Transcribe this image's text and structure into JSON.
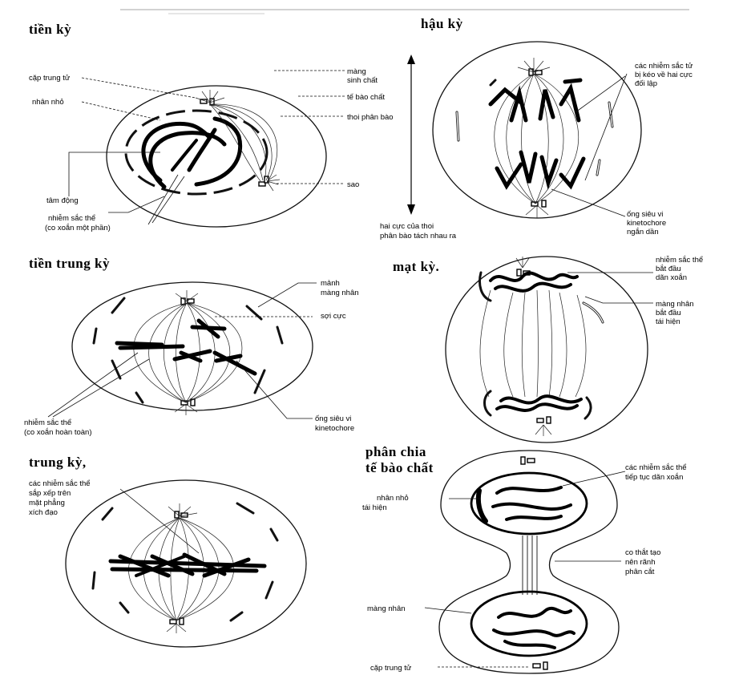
{
  "stages": {
    "prophase": {
      "title": "tiền kỳ",
      "labels": {
        "centriole_pair": "cặp trung tử",
        "nucleolus": "nhân nhỏ",
        "cell_membrane_1": "màng",
        "cell_membrane_2": "sinh chất",
        "cytoplasm": "tế bào chất",
        "spindle": "thoi phân bào",
        "aster": "sao",
        "centromere": "tâm động",
        "chromosome_1": "nhiễm sắc thể",
        "chromosome_2": "(co xoắn một phần)"
      }
    },
    "anaphase": {
      "title": "hậu kỳ",
      "labels": {
        "pulled_1": "các nhiễm sắc tử",
        "pulled_2": "bị kéo về hai cực",
        "pulled_3": "đối lập",
        "poles_1": "hai cực của thoi",
        "poles_2": "phân bào tách nhau ra",
        "kinetochore_1": "ống siêu vi",
        "kinetochore_2": "kinetochore",
        "kinetochore_3": "ngắn dần"
      }
    },
    "prometaphase": {
      "title": "tiền trung kỳ",
      "labels": {
        "envelope_frag_1": "mảnh",
        "envelope_frag_2": "màng nhân",
        "polar_fiber": "sợi cực",
        "chromosome_1": "nhiễm sắc thể",
        "chromosome_2": "(co xoắn hoàn toàn)",
        "kinetochore_mt_1": "ống siêu vi",
        "kinetochore_mt_2": "kinetochore"
      }
    },
    "telophase": {
      "title": "mạt kỳ.",
      "labels": {
        "decondense_1": "nhiễm sắc thể",
        "decondense_2": "bắt đầu",
        "decondense_3": "dãn xoắn",
        "reform_1": "màng nhân",
        "reform_2": "bắt đầu",
        "reform_3": "tái hiện"
      }
    },
    "metaphase": {
      "title": "trung kỳ,",
      "labels": {
        "plate_1": "các nhiễm sắc thể",
        "plate_2": "sắp xếp trên",
        "plate_3": "mặt phẳng",
        "plate_4": "xích đạo"
      }
    },
    "cytokinesis": {
      "title_1": "phân chia",
      "title_2": "tế bào chất",
      "labels": {
        "chrom_1": "các nhiễm sắc thể",
        "chrom_2": "tiếp tục dãn xoắn",
        "nucleolus_1": "nhân nhỏ",
        "nucleolus_2": "tái hiện",
        "furrow_1": "co thắt tạo",
        "furrow_2": "nên rãnh",
        "furrow_3": "phân cắt",
        "envelope": "màng nhân",
        "centriole_pair": "cặp trung tử"
      }
    }
  }
}
